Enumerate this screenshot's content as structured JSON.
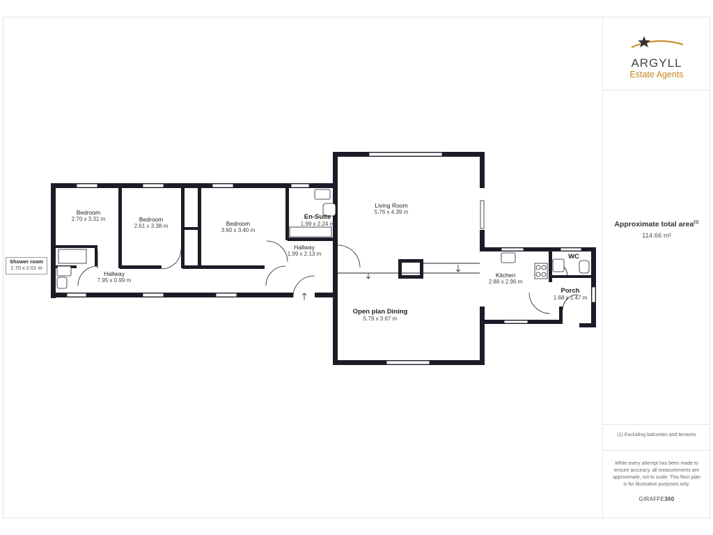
{
  "brand": {
    "name": "ARGYLL",
    "tagline": "Estate Agents",
    "star_color": "#333333",
    "swoosh_color": "#c8861b"
  },
  "summary": {
    "area_title": "Approximate total area",
    "area_title_sup": "(1)",
    "area_value": "114.66 m²",
    "footnote": "(1) Excluding balconies and terraces",
    "disclaimer": "While every attempt has been made to ensure accuracy, all measurements are approximate, not to scale. This floor plan is for illustrative purposes only.",
    "credit_light": "GIRAFFE",
    "credit_bold": "360"
  },
  "rooms": {
    "shower_room": {
      "name": "Shower room",
      "dims": "1.70 x 2.01 m"
    },
    "bedroom1": {
      "name": "Bedroom",
      "dims": "2.70 x 3.31 m"
    },
    "bedroom2": {
      "name": "Bedroom",
      "dims": "2.61 x 3.38 m"
    },
    "bedroom3": {
      "name": "Bedroom",
      "dims": "3.60 x 3.40 m"
    },
    "ensuite": {
      "name": "En-Suite",
      "dims": "1.99 x 2.24 m"
    },
    "hallway_main": {
      "name": "Hallway",
      "dims": "1.99 x 2.13 m"
    },
    "hallway_west": {
      "name": "Hallway",
      "dims": "7.95 x 0.99 m"
    },
    "living_room": {
      "name": "Living Room",
      "dims": "5.76 x 4.39 m"
    },
    "dining": {
      "name": "Open plan Dining",
      "dims": "5.79 x 3.67 m"
    },
    "kitchen": {
      "name": "Kitchen",
      "dims": "2.88 x 2.96 m"
    },
    "wc": {
      "name": "WC",
      "dims": ""
    },
    "porch": {
      "name": "Porch",
      "dims": "1.68 x 1.47 m"
    }
  },
  "colors": {
    "wall": "#1c1c28",
    "window": "#ffffff",
    "accent": "#c8861b"
  }
}
